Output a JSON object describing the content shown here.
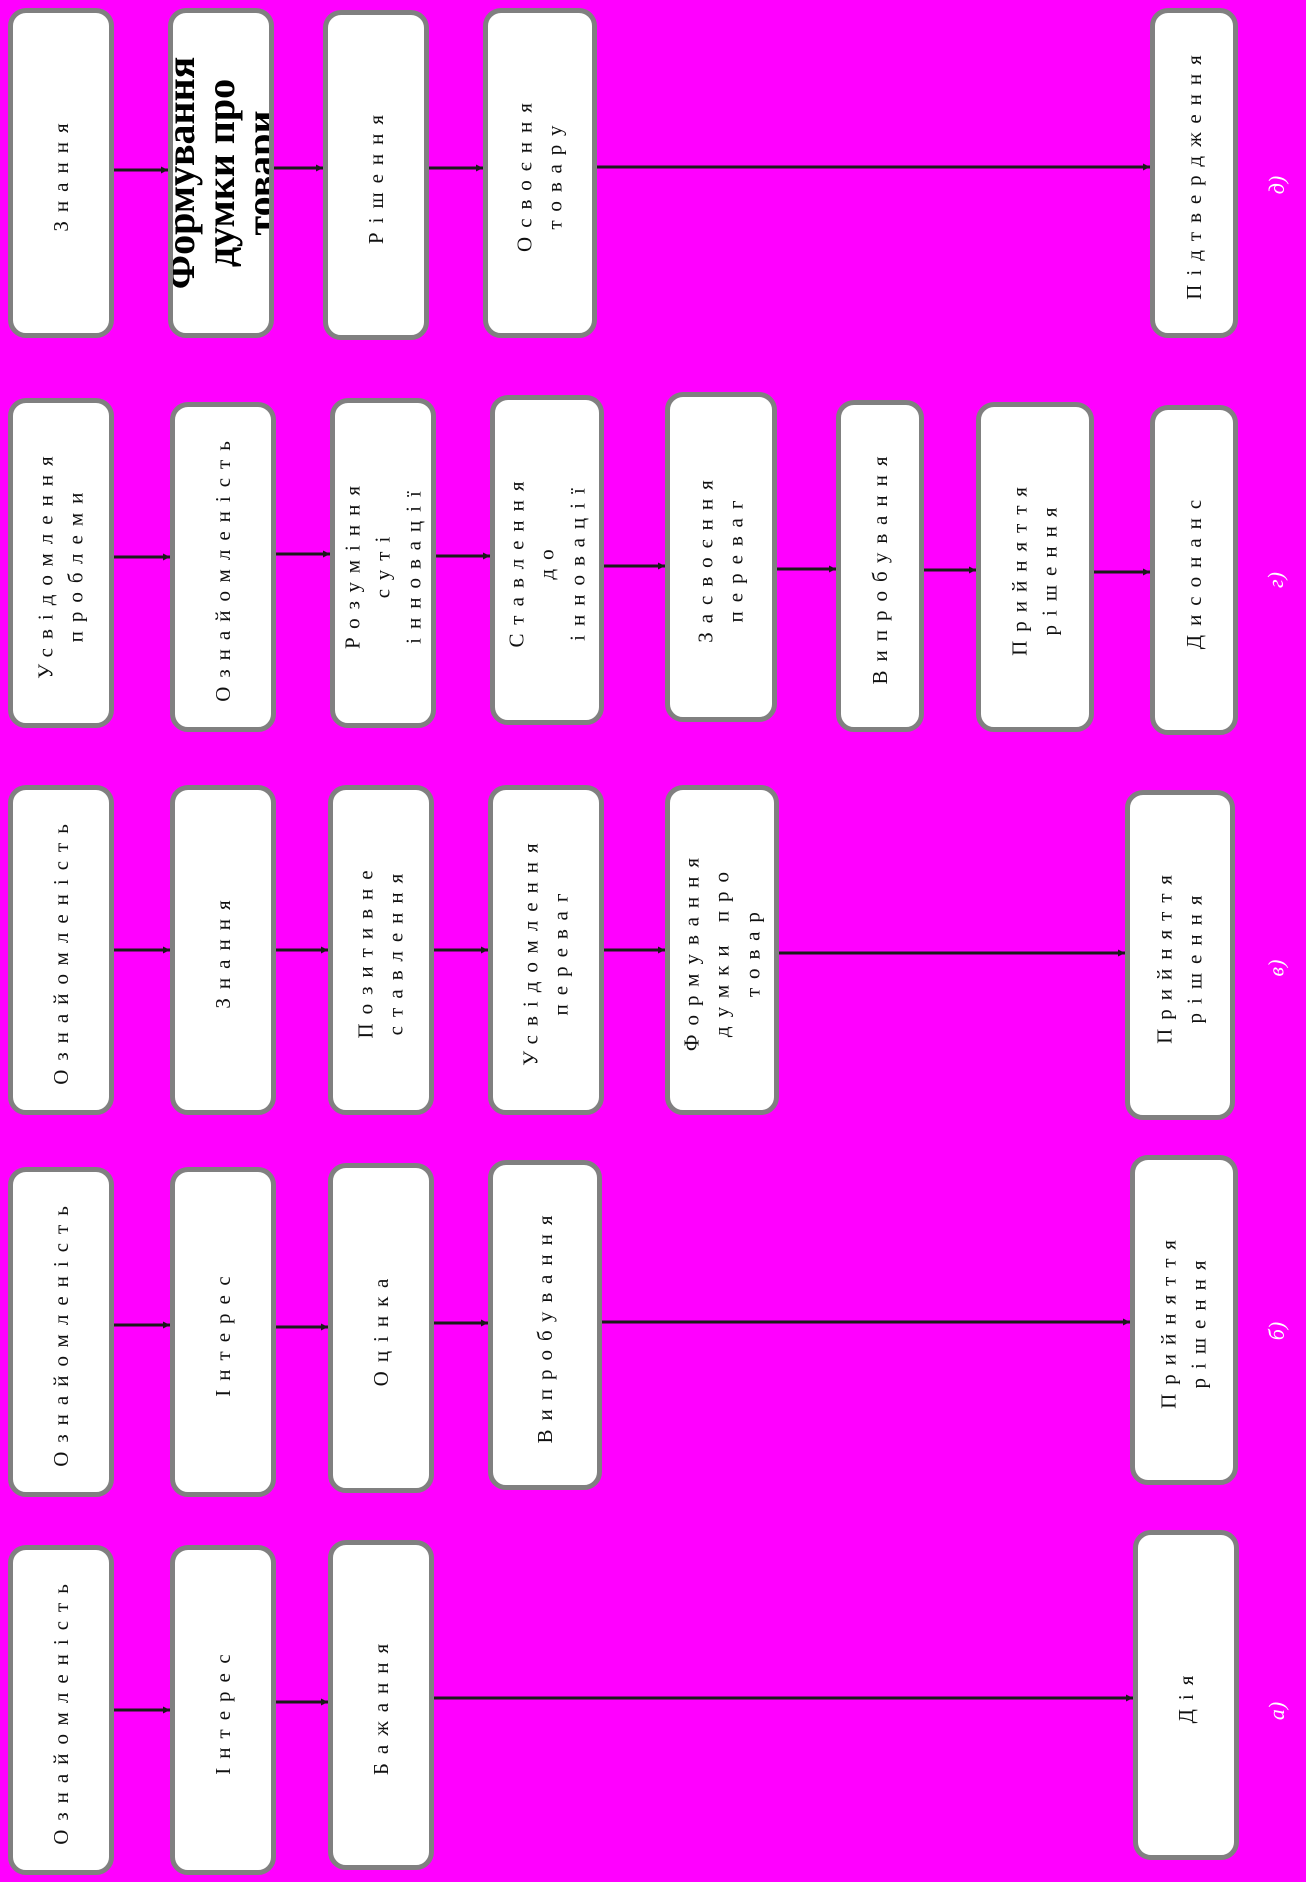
{
  "diagrams": [
    {
      "label": "а)",
      "boxes": [
        "Ознайомленість",
        "Інтерес",
        "Бажання",
        "Дія"
      ]
    },
    {
      "label": "б)",
      "boxes": [
        "Ознайомленість",
        "Інтерес",
        "Оцінка",
        "Випробування",
        "Прийняття\nрішення"
      ]
    },
    {
      "label": "в)",
      "boxes": [
        "Ознайомленість",
        "Знання",
        "Позитивне\nставлення",
        "Усвідомлення\nпереваг",
        "Формування\nдумки про товар",
        "Прийняття\nрішення"
      ]
    },
    {
      "label": "г)",
      "boxes": [
        "Усвідомлення\nпроблеми",
        "Ознайомленість",
        "Розуміння\nсуті інновації",
        "Ставлення\nдо інновації",
        "Засвоєння\nпереваг",
        "Випробування",
        "Прийняття\nрішення",
        "Дисонанс"
      ]
    },
    {
      "label": "д)",
      "boxes": [
        "Знання",
        "Формування\nдумки про товари",
        "Рішення",
        "Освоєння\nтовару",
        "Підтвердження"
      ]
    }
  ]
}
